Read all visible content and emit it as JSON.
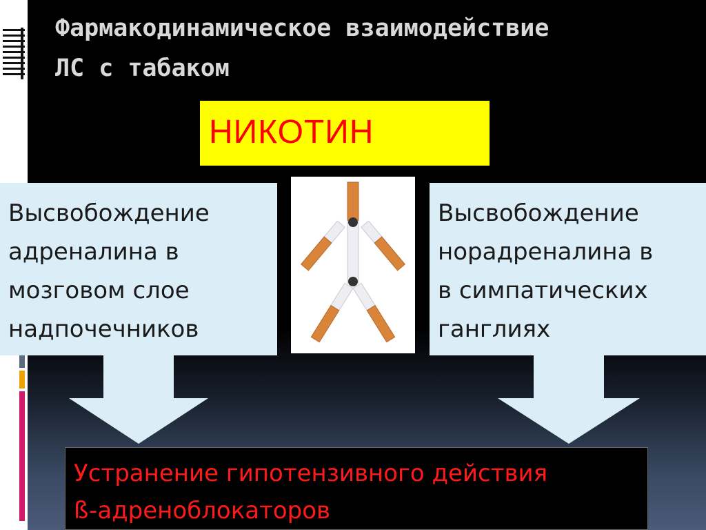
{
  "title": "Фармакодинамическое взаимодействие\nЛС с табаком",
  "title_line1": "Фармакодинамическое взаимодействие",
  "title_line2": "ЛС с табаком",
  "nicotine_label": "НИКОТИН",
  "left_box_text": "Высвобождение\nадреналина в\nмозговом слое\nнадпочечников",
  "right_box_text": "Высвобождение\nнорадреналина в\nв симпатических\nганглиях",
  "result_text": "Устранение гипотензивного действия\nß-адреноблокаторов",
  "image": "broken-cigarettes-figure",
  "colors": {
    "background": "#000000",
    "title": "#d9d9d9",
    "nicotine_box": "#ffff00",
    "nicotine_text": "#ff0000",
    "info_box": "#dbeef7",
    "result_text": "#ff1a1a",
    "arrow": "#dbeef7"
  }
}
